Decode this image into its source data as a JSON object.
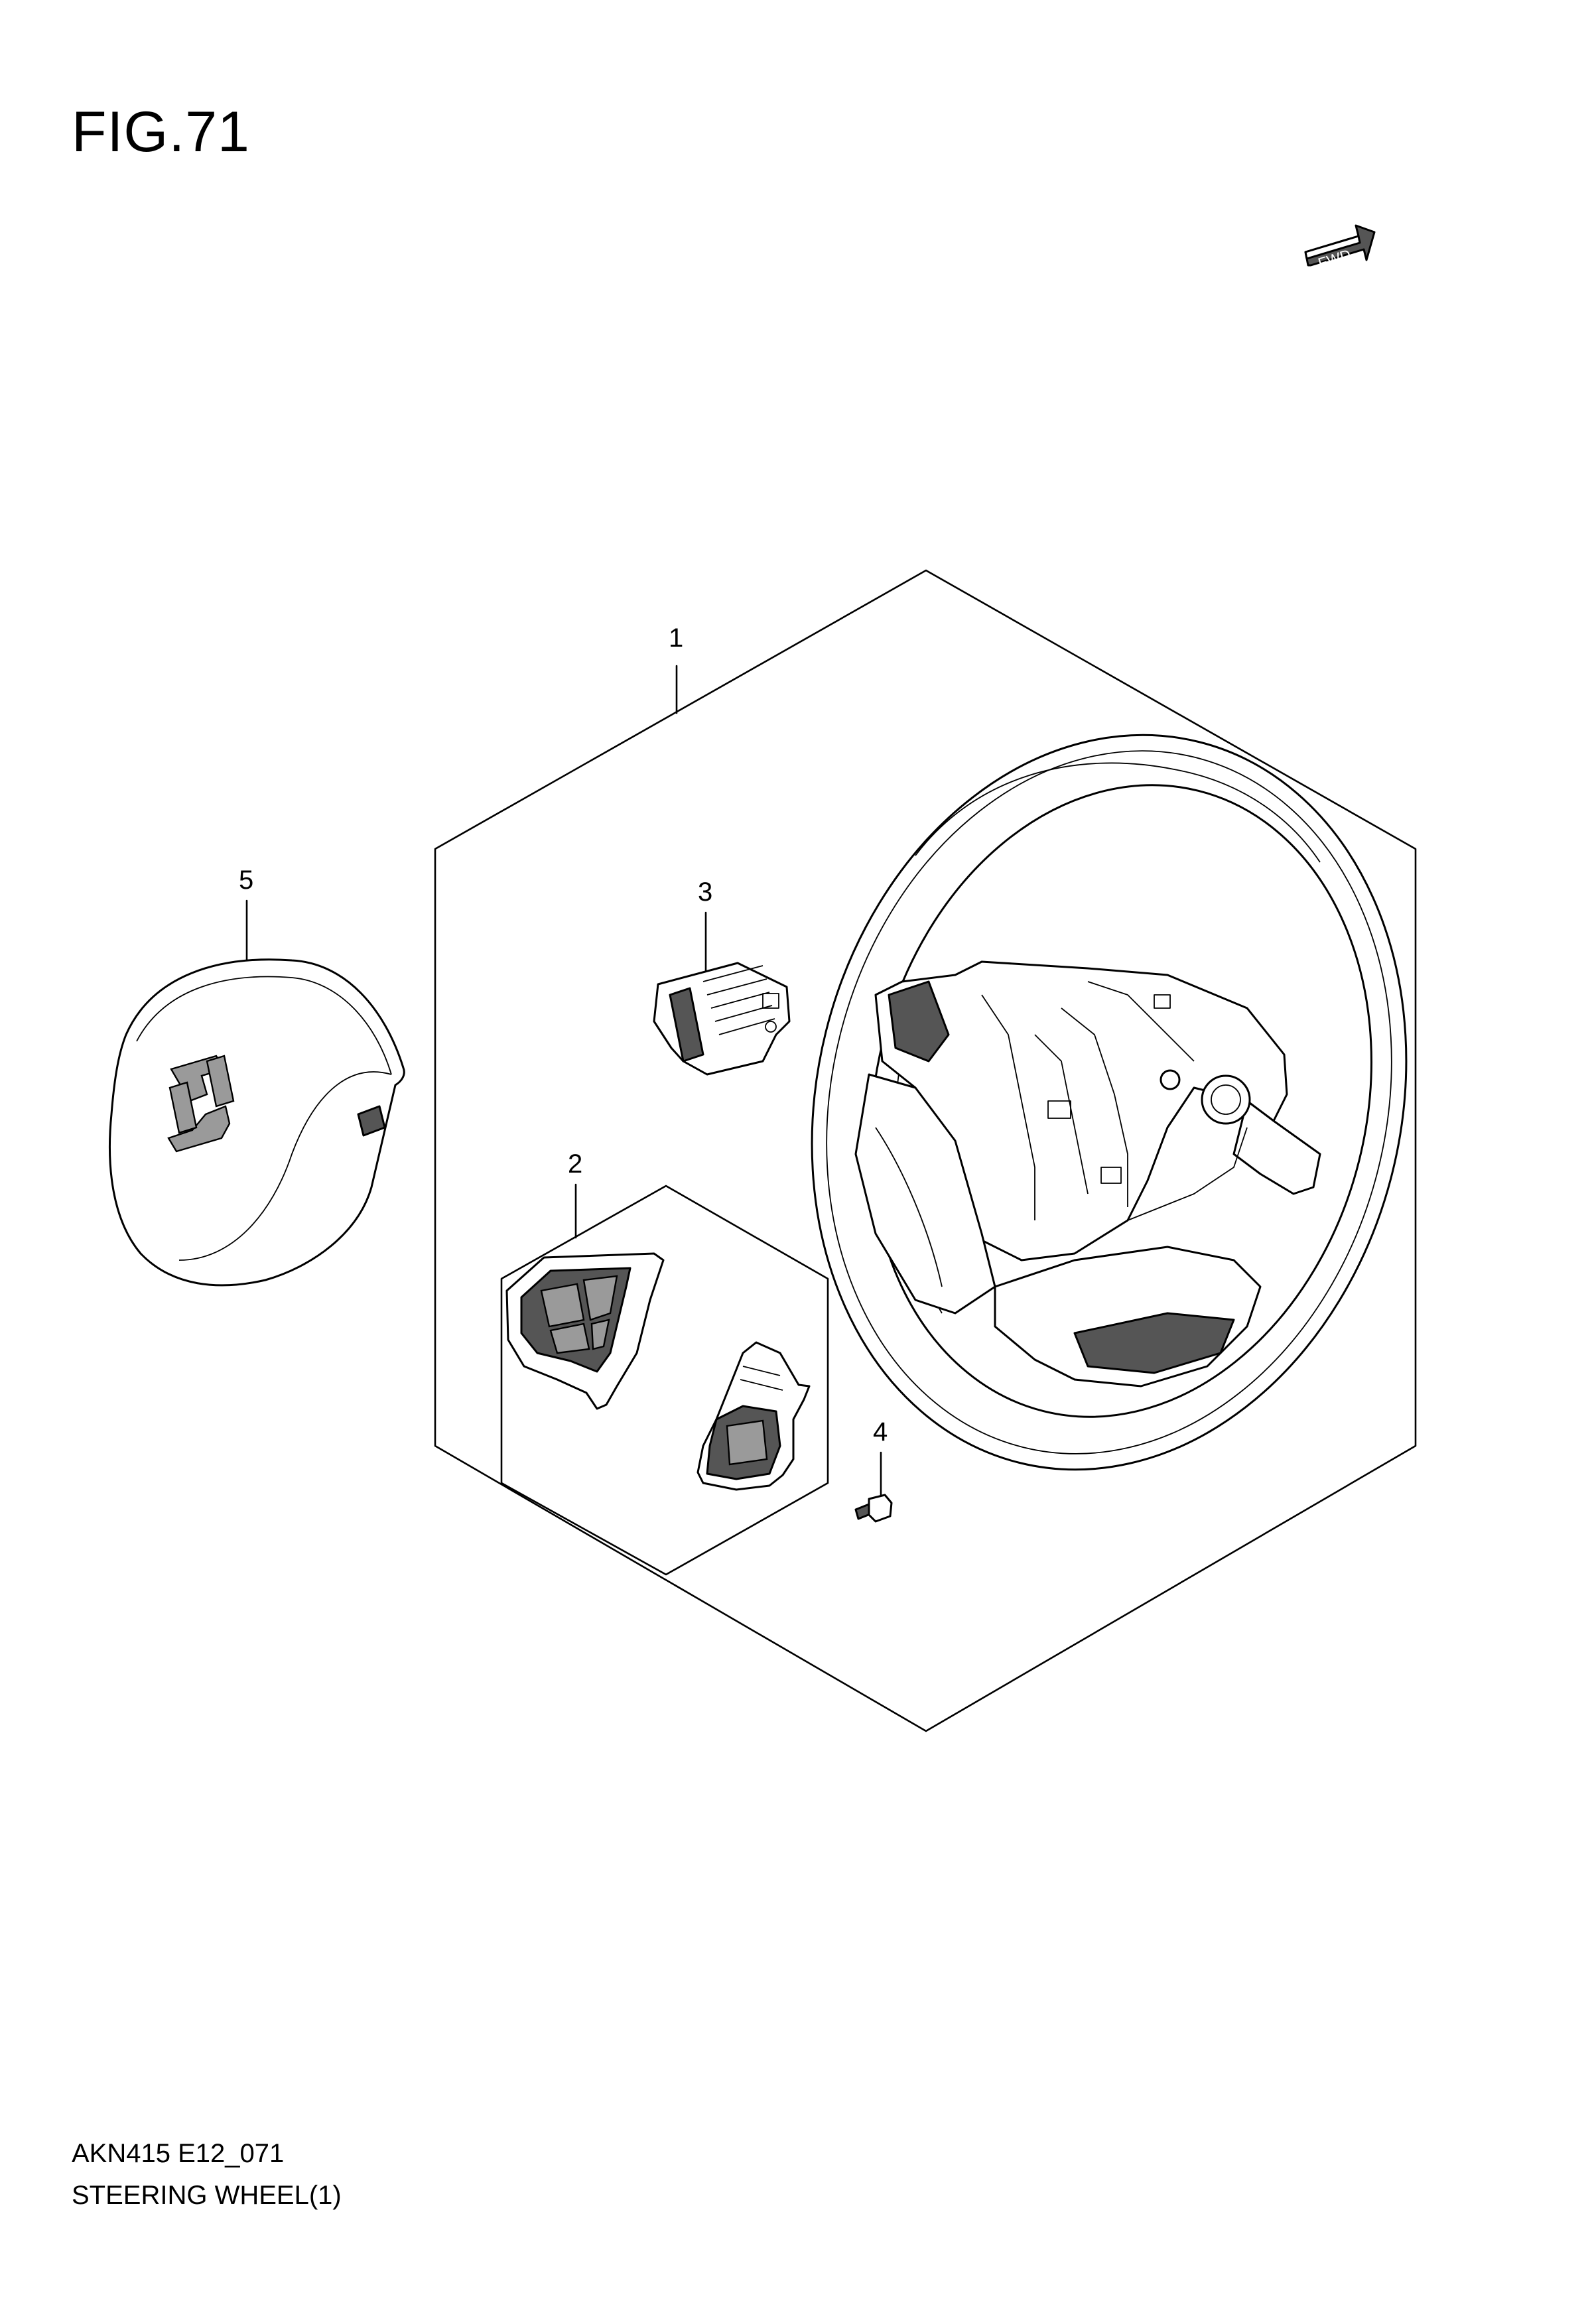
{
  "figure": {
    "title": "FIG.71",
    "code": "AKN415 E12_071",
    "name": "STEERING WHEEL(1)",
    "fwd_label": "FWD"
  },
  "callouts": [
    {
      "id": "1",
      "part": "steering-wheel"
    },
    {
      "id": "2",
      "part": "switch-assembly"
    },
    {
      "id": "3",
      "part": "connector"
    },
    {
      "id": "4",
      "part": "screw"
    },
    {
      "id": "5",
      "part": "airbag-module"
    }
  ],
  "icons": {
    "fwd": "fwd-arrow-icon",
    "logo": "suzuki-logo-icon"
  },
  "colors": {
    "line": "#000000",
    "background": "#ffffff"
  }
}
